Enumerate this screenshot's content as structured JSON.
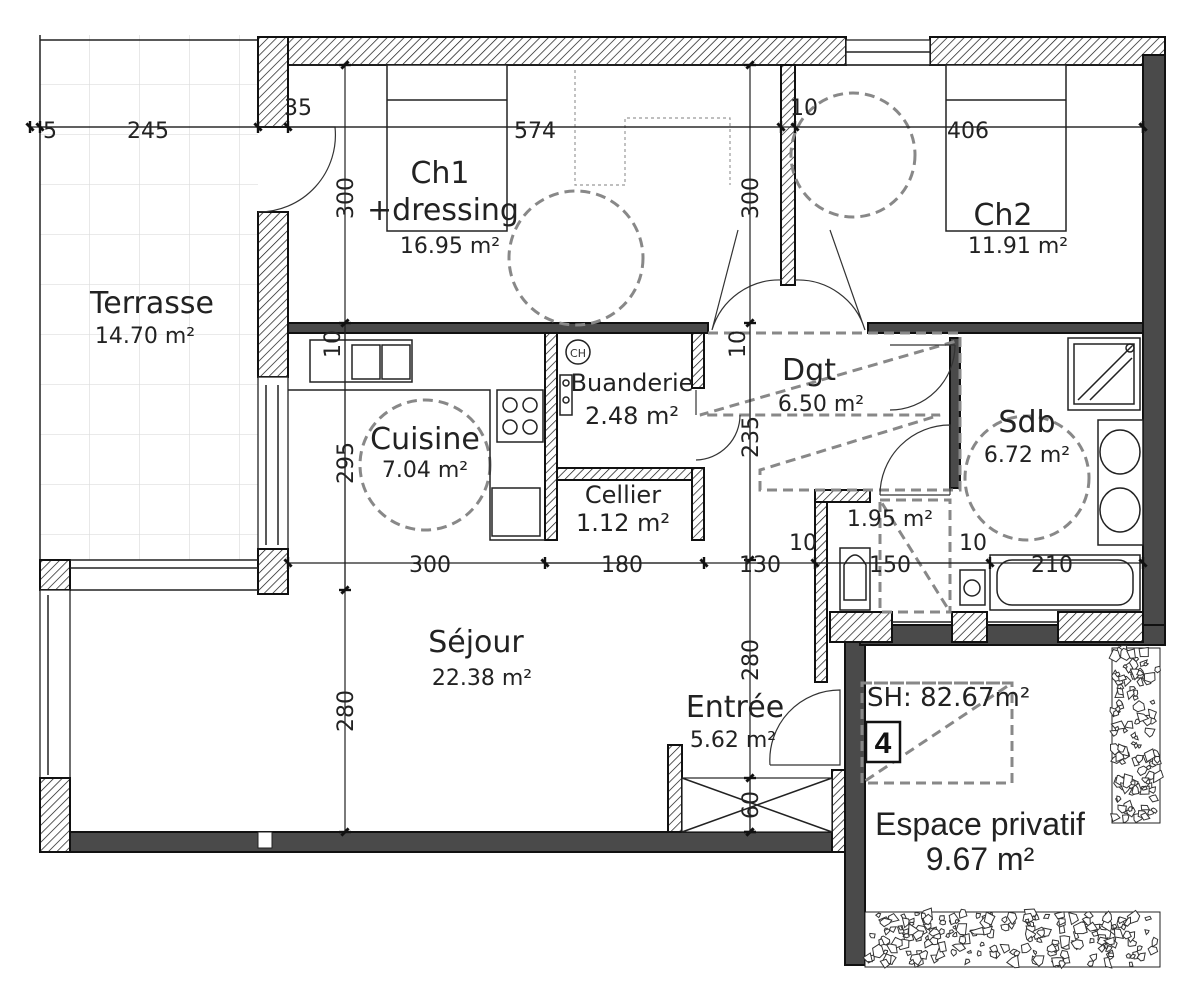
{
  "rooms": {
    "terrasse": {
      "name": "Terrasse",
      "area": "14.70 m²"
    },
    "ch1": {
      "name_line1": "Ch1",
      "name_line2": "+dressing",
      "area": "16.95 m²"
    },
    "ch2": {
      "name": "Ch2",
      "area": "11.91 m²"
    },
    "cuisine": {
      "name": "Cuisine",
      "area": "7.04 m²"
    },
    "buanderie": {
      "name": "Buanderie",
      "area": "2.48 m²"
    },
    "cellier": {
      "name": "Cellier",
      "area": "1.12 m²"
    },
    "dgt": {
      "name": "Dgt",
      "area": "6.50 m²"
    },
    "sdb": {
      "name": "Sdb",
      "area": "6.72 m²"
    },
    "wc": {
      "area": "1.95 m²"
    },
    "sejour": {
      "name": "Séjour",
      "area": "22.38 m²"
    },
    "entree": {
      "name": "Entrée",
      "area": "5.62 m²"
    },
    "espace": {
      "name": "Espace privatif",
      "area": "9.67 m²"
    }
  },
  "summary": {
    "sh": "SH: 82.67m²",
    "lot": "4"
  },
  "appliance": {
    "ch_label": "CH"
  },
  "dimensions": {
    "d5": "5",
    "d245": "245",
    "d35": "35",
    "d574": "574",
    "d10a": "10",
    "d406": "406",
    "v300a": "300",
    "v300b": "300",
    "v10a": "10",
    "v10b": "10",
    "v295": "295",
    "v235": "235",
    "v280a": "280",
    "v280b": "280",
    "v60": "60",
    "h300": "300",
    "h180": "180",
    "h130": "130",
    "h10c": "10",
    "h150": "150",
    "h10d": "10",
    "h210": "210"
  },
  "colors": {
    "wall": "#4a4a4a",
    "dash": "#888888",
    "tile": "#dddddd"
  }
}
